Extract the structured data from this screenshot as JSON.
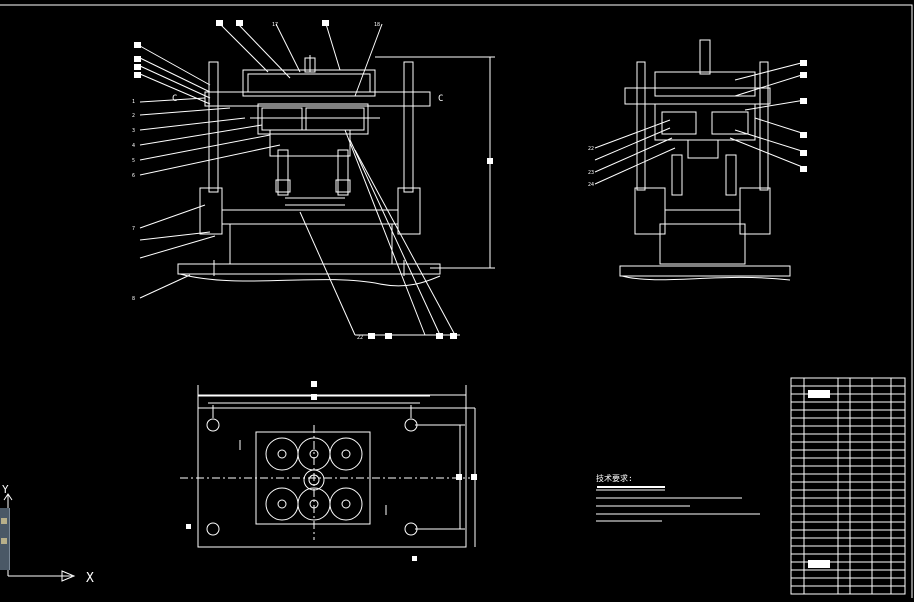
{
  "drawing": {
    "label_c_left": "C",
    "label_c_right": "C",
    "side_labels": [
      "1",
      "2",
      "3",
      "4",
      "5",
      "6",
      "7",
      "8"
    ],
    "top_labels": [
      "17",
      "18"
    ],
    "bottom_labels": [
      "22"
    ],
    "right_view_labels": [
      "22",
      "23",
      "24"
    ],
    "notes_title": "技术要求:"
  },
  "ucs": {
    "y_label": "Y",
    "x_label": "X"
  },
  "colors": {
    "background": "#000000",
    "line": "#ffffff",
    "table": "#ffffff",
    "grip": "#b8b08a"
  }
}
